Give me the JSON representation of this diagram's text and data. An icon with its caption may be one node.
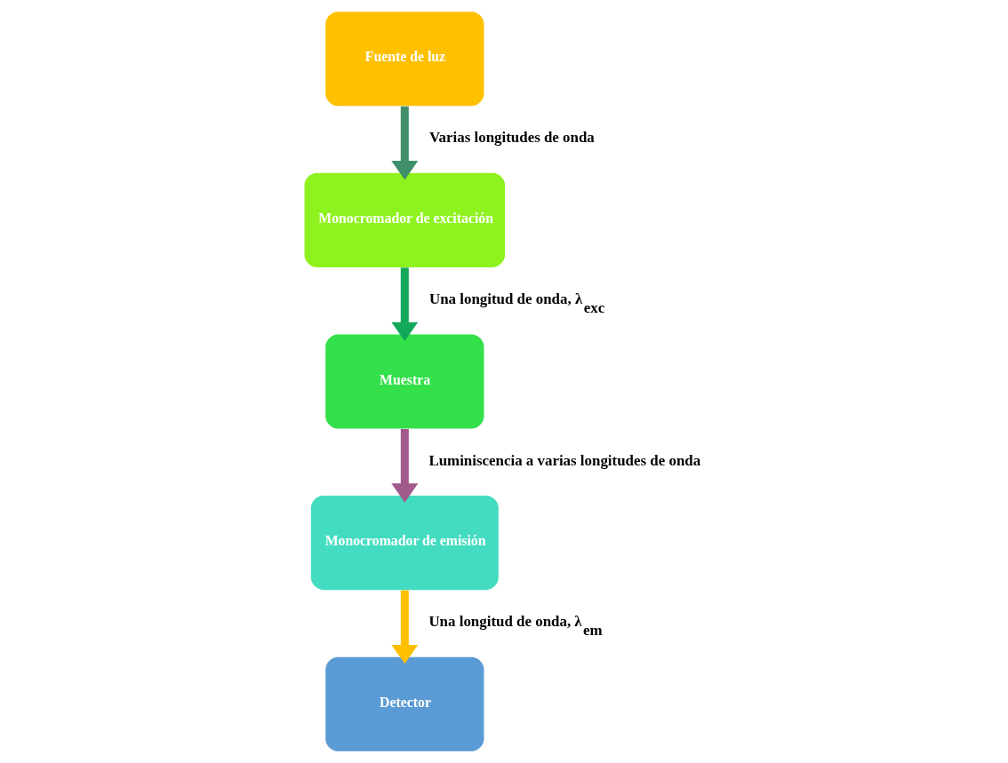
{
  "diagram": {
    "nodes": [
      {
        "text": [
          "Fuente de luz"
        ]
      },
      {
        "text": [
          "Monocromador de excitación"
        ]
      },
      {
        "text": [
          "Muestra"
        ]
      },
      {
        "text": [
          "Monocromador de emisión"
        ]
      },
      {
        "text": [
          "Detector"
        ]
      }
    ],
    "edges": [
      {
        "from": 0,
        "to": 1,
        "arrow": "to",
        "label": "Varias longitudes de onda",
        "color": "#3f8f6a"
      },
      {
        "from": 1,
        "to": 2,
        "arrow": "to",
        "label": "Una longitud de onda, λ$_{exc}$",
        "color": "#14a85a"
      },
      {
        "from": 2,
        "to": 3,
        "arrow": "to",
        "label": "Luminiscencia a varias longitudes de onda",
        "color": "#a05a8c"
      },
      {
        "from": 3,
        "to": 4,
        "arrow": "to",
        "label": "Una longitud de onda, λ$_{em}$",
        "color": "#ffc000"
      }
    ]
  }
}
